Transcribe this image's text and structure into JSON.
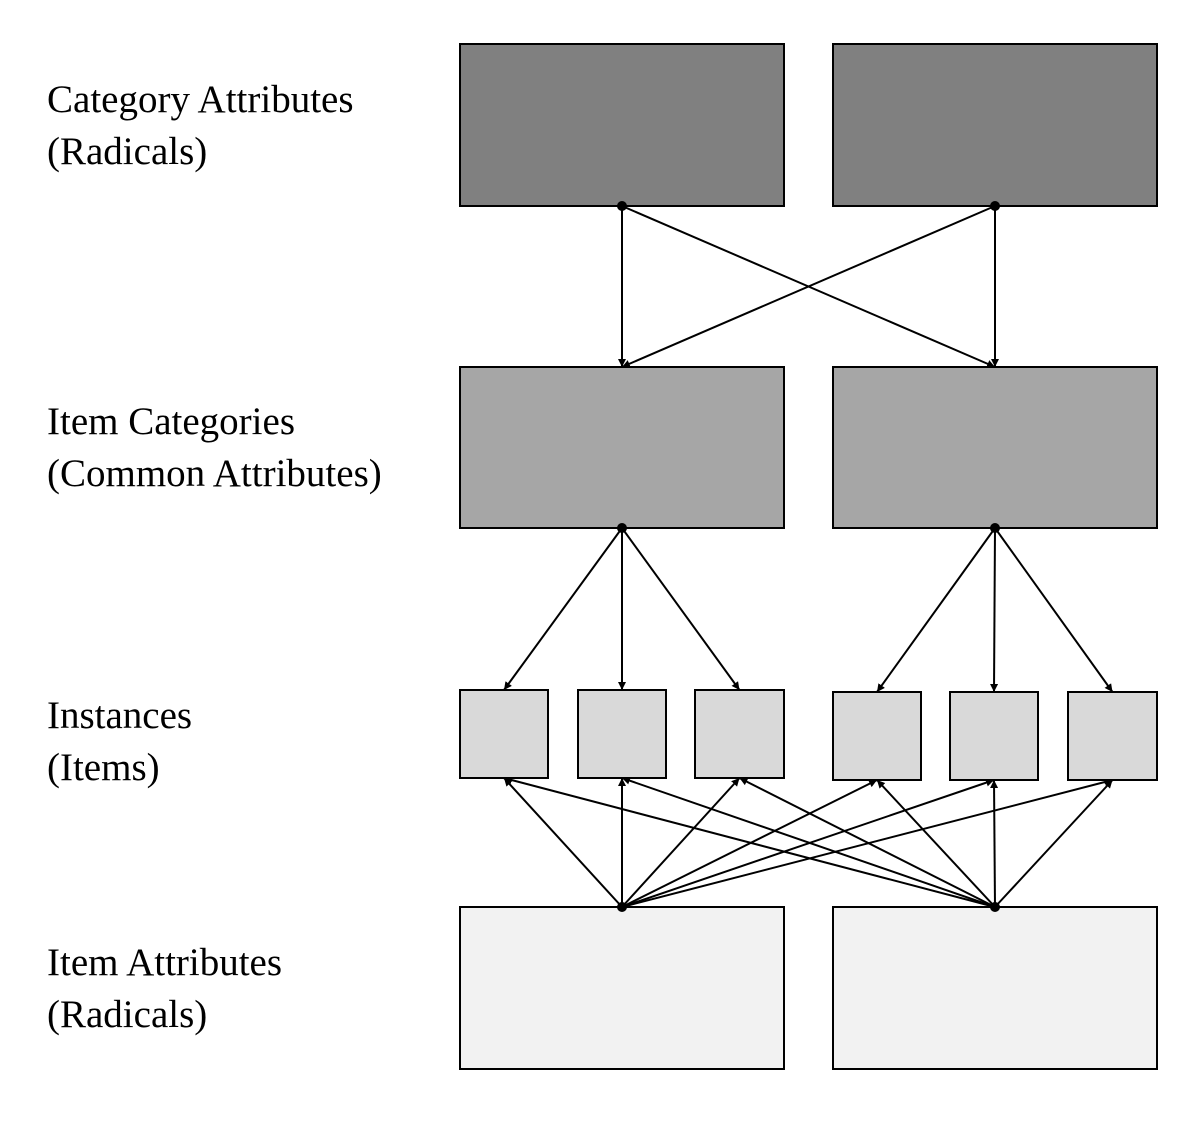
{
  "levels": [
    {
      "id": "category-attributes",
      "title": "Category Attributes",
      "subtitle": "(Radicals)",
      "color": "#808080",
      "node_count": 2
    },
    {
      "id": "item-categories",
      "title": "Item Categories",
      "subtitle": "(Common Attributes)",
      "color": "#a6a6a6",
      "node_count": 2
    },
    {
      "id": "instances",
      "title": "Instances",
      "subtitle": "(Items)",
      "color": "#d9d9d9",
      "node_count": 6
    },
    {
      "id": "item-attributes",
      "title": "Item Attributes",
      "subtitle": "(Radicals)",
      "color": "#f2f2f2",
      "node_count": 2
    }
  ],
  "edges": [
    {
      "from": "category-attributes.0",
      "to": "item-categories.0"
    },
    {
      "from": "category-attributes.0",
      "to": "item-categories.1"
    },
    {
      "from": "category-attributes.1",
      "to": "item-categories.0"
    },
    {
      "from": "category-attributes.1",
      "to": "item-categories.1"
    },
    {
      "from": "item-categories.0",
      "to": "instances.0"
    },
    {
      "from": "item-categories.0",
      "to": "instances.1"
    },
    {
      "from": "item-categories.0",
      "to": "instances.2"
    },
    {
      "from": "item-categories.1",
      "to": "instances.3"
    },
    {
      "from": "item-categories.1",
      "to": "instances.4"
    },
    {
      "from": "item-categories.1",
      "to": "instances.5"
    },
    {
      "from": "item-attributes.0",
      "to": "instances.0"
    },
    {
      "from": "item-attributes.0",
      "to": "instances.1"
    },
    {
      "from": "item-attributes.0",
      "to": "instances.2"
    },
    {
      "from": "item-attributes.0",
      "to": "instances.3"
    },
    {
      "from": "item-attributes.0",
      "to": "instances.4"
    },
    {
      "from": "item-attributes.0",
      "to": "instances.5"
    },
    {
      "from": "item-attributes.1",
      "to": "instances.0"
    },
    {
      "from": "item-attributes.1",
      "to": "instances.1"
    },
    {
      "from": "item-attributes.1",
      "to": "instances.2"
    },
    {
      "from": "item-attributes.1",
      "to": "instances.3"
    },
    {
      "from": "item-attributes.1",
      "to": "instances.4"
    },
    {
      "from": "item-attributes.1",
      "to": "instances.5"
    }
  ],
  "colors": {
    "stroke": "#000000",
    "background": "#ffffff"
  }
}
